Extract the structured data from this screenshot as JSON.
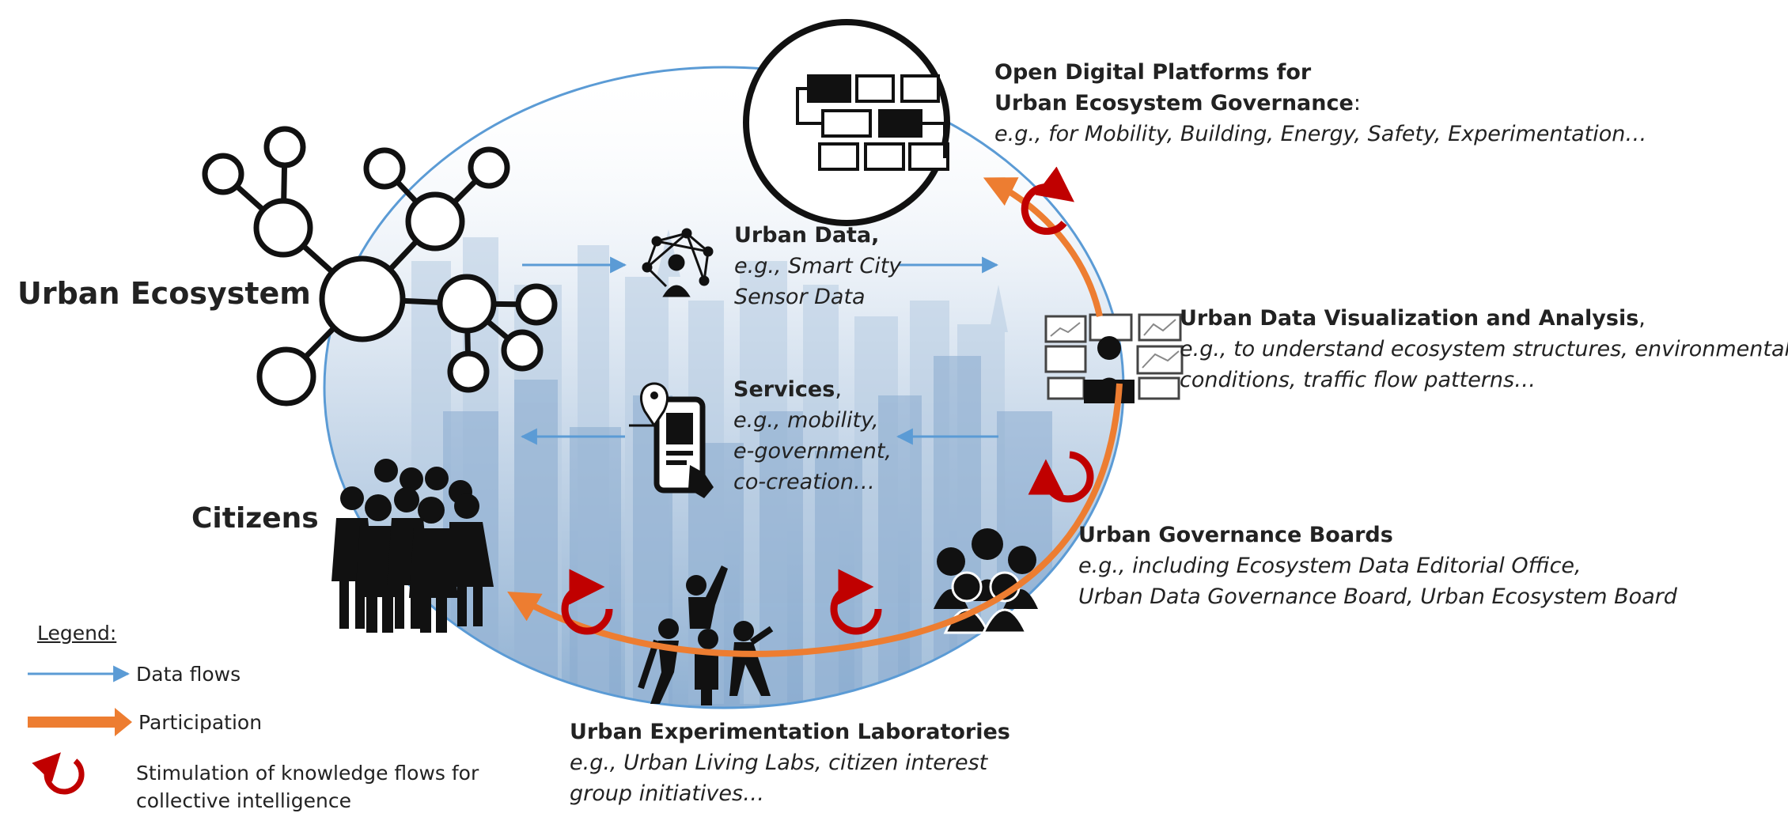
{
  "ecosystem_label": "Urban Ecosystem",
  "citizens_label": "Citizens",
  "platforms": {
    "title_line1": "Open Digital Platforms for",
    "title_line2": "Urban Ecosystem Governance",
    "colon": ":",
    "examples": "e.g., for Mobility, Building, Energy, Safety, Experimentation…"
  },
  "urban_data": {
    "title": "Urban Data,",
    "line1": "e.g., Smart City",
    "line2": "Sensor Data"
  },
  "services": {
    "title": "Services",
    "comma": ",",
    "line1": "e.g., mobility,",
    "line2": "e-government,",
    "line3": "co-creation…"
  },
  "visualization": {
    "title": "Urban Data Visualization and Analysis",
    "comma": ",",
    "line1": "e.g., to understand ecosystem structures, environmental",
    "line2": "conditions, traffic flow patterns…"
  },
  "boards": {
    "title": "Urban Governance Boards",
    "line1": "e.g., including Ecosystem Data Editorial Office,",
    "line2": "Urban Data Governance Board, Urban Ecosystem Board"
  },
  "labs": {
    "title": "Urban Experimentation Laboratories",
    "line1": "e.g., Urban Living Labs, citizen interest",
    "line2": "group initiatives…"
  },
  "legend": {
    "title": "Legend:",
    "data_flows": "Data flows",
    "participation": "Participation",
    "stimulation_line1": "Stimulation of knowledge flows for",
    "stimulation_line2": "collective intelligence"
  },
  "colors": {
    "data_flow": "#5b9bd5",
    "participation": "#ed7d31",
    "stimulation": "#c00000",
    "ellipse_stroke": "#5b9bd5",
    "icon": "#111111"
  }
}
